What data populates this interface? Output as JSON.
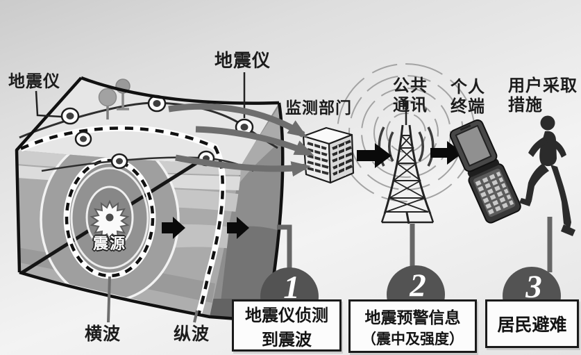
{
  "labels": {
    "seismometer_left": "地震仪",
    "seismometer_top": "地震仪",
    "monitoring_department": "监测部门",
    "public_communication": [
      "公共",
      "通讯"
    ],
    "personal_terminal": [
      "个人",
      "终端"
    ],
    "user_action": [
      "用户采取",
      "措施"
    ],
    "hypocenter": "震源",
    "s_wave": "横波",
    "p_wave": "纵波"
  },
  "steps": [
    {
      "number": "1",
      "lines": [
        "地震仪侦测",
        "到震波"
      ]
    },
    {
      "number": "2",
      "lines": [
        "地震预警信息",
        "（震中及强度）"
      ]
    },
    {
      "number": "3",
      "lines": [
        "居民避难"
      ]
    }
  ],
  "colors": {
    "background": "#e7e7e7",
    "block_top": "#e6e6e6",
    "block_front": "#aaaaaa",
    "block_right": "#8d8d8d",
    "outline": "#111111",
    "black_arrow": "#0a0a0a",
    "gray_arrow": "#6e6e6e",
    "step_circle": "#535353",
    "box_border": "#1a1a1a",
    "box_background": "#fcfcfc",
    "wave_ring_white": "#f2f2f2",
    "dashed_wave": "#111111"
  }
}
